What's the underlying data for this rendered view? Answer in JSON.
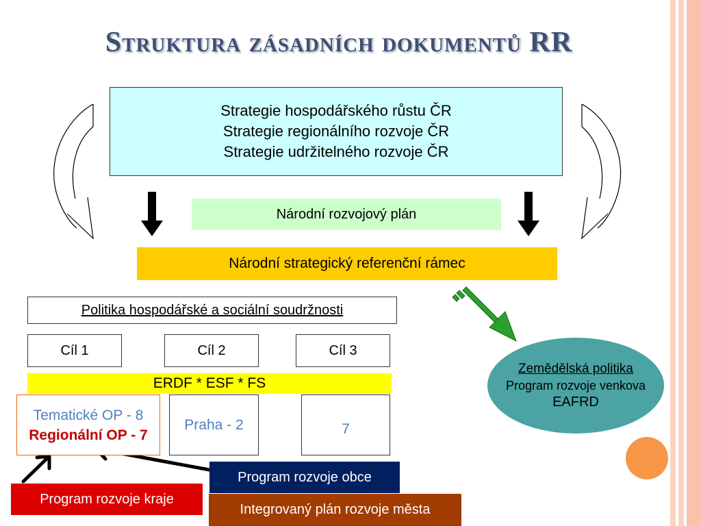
{
  "title": "Struktura zásadních dokumentů RR",
  "strategies": [
    "Strategie hospodářského růstu ČR",
    "Strategie regionálního rozvoje ČR",
    "Strategie udržitelného rozvoje ČR"
  ],
  "national_plan": "Národní rozvojový plán",
  "nsrr": "Národní strategický referenční rámec",
  "cohesion_policy": "Politika hospodářské a sociální soudržnosti",
  "goals": [
    "Cíl 1",
    "Cíl 2",
    "Cíl 3"
  ],
  "funds": "ERDF * ESF * FS",
  "programmes": {
    "thematic": "Tematické OP - 8",
    "regional": "Regionální OP - 7",
    "praha": "Praha - 2",
    "goal3": "7"
  },
  "agri": {
    "title": "Zemědělská politika",
    "programme": "Program rozvoje venkova",
    "fund": "EAFRD"
  },
  "bottom": {
    "obce": "Program rozvoje obce",
    "kraje": "Program rozvoje kraje",
    "mesta": "Integrovaný plán rozvoje města"
  },
  "colors": {
    "title": "#3e4f73",
    "strategies_bg": "#ccffff",
    "national_plan_bg": "#ccffcc",
    "nsrr_bg": "#ffcc00",
    "funds_bg": "#ffff00",
    "agri_bg": "#4ba3a3",
    "obce_bg": "#002060",
    "kraje_bg": "#dd0000",
    "mesta_bg": "#a23c00",
    "green_arrow": "#2ca02c"
  }
}
